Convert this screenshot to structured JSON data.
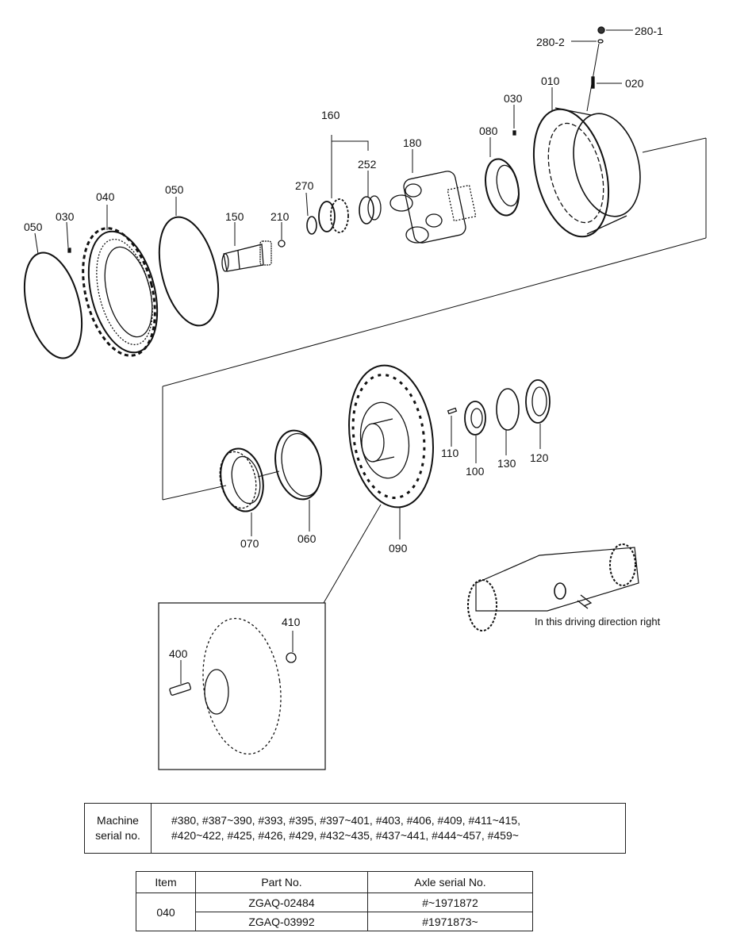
{
  "callouts": {
    "c280_1": "280-1",
    "c280_2": "280-2",
    "c010": "010",
    "c020": "020",
    "c030_top": "030",
    "c080": "080",
    "c160": "160",
    "c180": "180",
    "c252": "252",
    "c270": "270",
    "c210": "210",
    "c150": "150",
    "c050_right": "050",
    "c040": "040",
    "c030_left": "030",
    "c050_left": "050",
    "c110": "110",
    "c100": "100",
    "c130": "130",
    "c120": "120",
    "c070": "070",
    "c060": "060",
    "c090": "090",
    "c410": "410",
    "c400": "400"
  },
  "direction_note": "In this driving direction right",
  "serial_table": {
    "label_line1": "Machine",
    "label_line2": "serial no.",
    "value_line1": "#380, #387~390, #393, #395, #397~401, #403, #406, #409, #411~415,",
    "value_line2": "#420~422, #425, #426, #429, #432~435, #437~441, #444~457, #459~"
  },
  "part_table": {
    "headers": [
      "Item",
      "Part No.",
      "Axle serial No."
    ],
    "item": "040",
    "rows": [
      {
        "part_no": "ZGAQ-02484",
        "axle_serial": "#~1971872"
      },
      {
        "part_no": "ZGAQ-03992",
        "axle_serial": "#1971873~"
      }
    ]
  }
}
